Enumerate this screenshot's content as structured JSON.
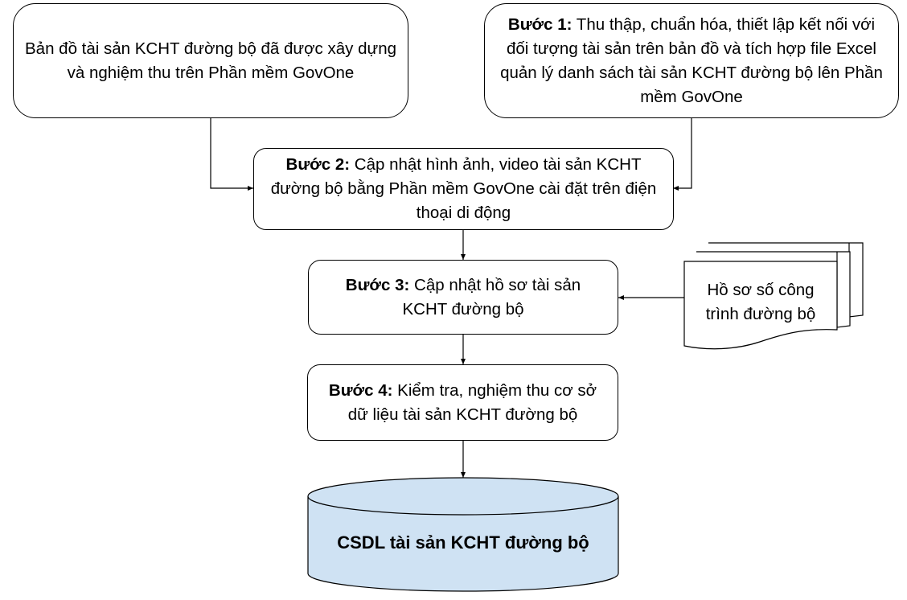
{
  "diagram": {
    "nodes": {
      "source_map": {
        "text": "Bản đồ tài sản KCHT đường bộ đã được xây dựng và nghiệm thu trên Phần mềm GovOne"
      },
      "step1": {
        "label": "Bước 1:",
        "text": " Thu thập, chuẩn hóa, thiết lập kết nối với đối tượng tài sản trên bản đồ và tích hợp file Excel quản lý danh sách tài sản KCHT đường bộ lên Phần mềm GovOne"
      },
      "step2": {
        "label": "Bước 2:",
        "text": " Cập nhật hình ảnh, video tài sản KCHT đường bộ bằng Phần mềm GovOne cài đặt trên điện thoại di động"
      },
      "step3": {
        "label": "Bước 3:",
        "text": " Cập nhật hồ sơ tài sản KCHT đường bộ"
      },
      "step4": {
        "label": "Bước 4:",
        "text": " Kiểm tra, nghiệm thu cơ sở dữ liệu tài sản KCHT đường bộ"
      },
      "documents": {
        "text": "Hồ sơ số công trình đường bộ"
      },
      "database": {
        "text": "CSDL tài sản KCHT đường bộ"
      }
    },
    "edges": [
      {
        "from": "source_map",
        "to": "step2"
      },
      {
        "from": "step1",
        "to": "step2"
      },
      {
        "from": "step2",
        "to": "step3"
      },
      {
        "from": "documents",
        "to": "step3"
      },
      {
        "from": "step3",
        "to": "step4"
      },
      {
        "from": "step4",
        "to": "database"
      }
    ],
    "colors": {
      "database_fill": "#cfe2f3",
      "stroke": "#000000"
    }
  }
}
